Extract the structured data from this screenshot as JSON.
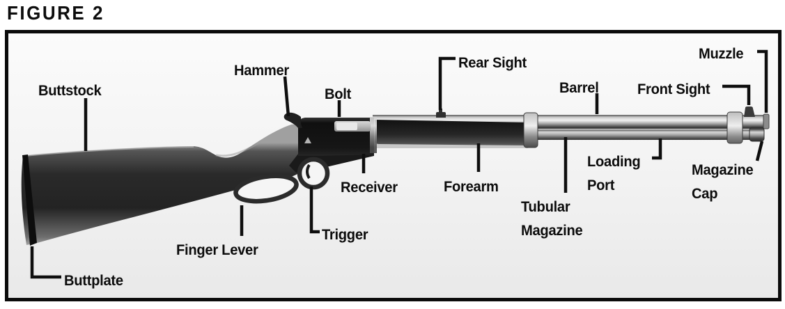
{
  "figure": {
    "title": "FIGURE 2"
  },
  "diagram": {
    "subject": "lever-action rifle parts diagram",
    "parts": [
      {
        "id": "buttstock",
        "label": "Buttstock"
      },
      {
        "id": "hammer",
        "label": "Hammer"
      },
      {
        "id": "bolt",
        "label": "Bolt"
      },
      {
        "id": "rear-sight",
        "label": "Rear Sight"
      },
      {
        "id": "barrel",
        "label": "Barrel"
      },
      {
        "id": "muzzle",
        "label": "Muzzle"
      },
      {
        "id": "front-sight",
        "label": "Front Sight"
      },
      {
        "id": "receiver",
        "label": "Receiver"
      },
      {
        "id": "forearm",
        "label": "Forearm"
      },
      {
        "id": "loading-port",
        "label": "Loading Port"
      },
      {
        "id": "tubular-magazine",
        "label": "Tubular Magazine"
      },
      {
        "id": "magazine-cap",
        "label": "Magazine Cap"
      },
      {
        "id": "trigger",
        "label": "Trigger"
      },
      {
        "id": "finger-lever",
        "label": "Finger Lever"
      },
      {
        "id": "buttplate",
        "label": "Buttplate"
      }
    ],
    "colors": {
      "ink": "#0d0d0d",
      "page_background": "#ffffff",
      "photo_background": "#f2f2f2",
      "frame_border": "#0b0b0b"
    }
  }
}
